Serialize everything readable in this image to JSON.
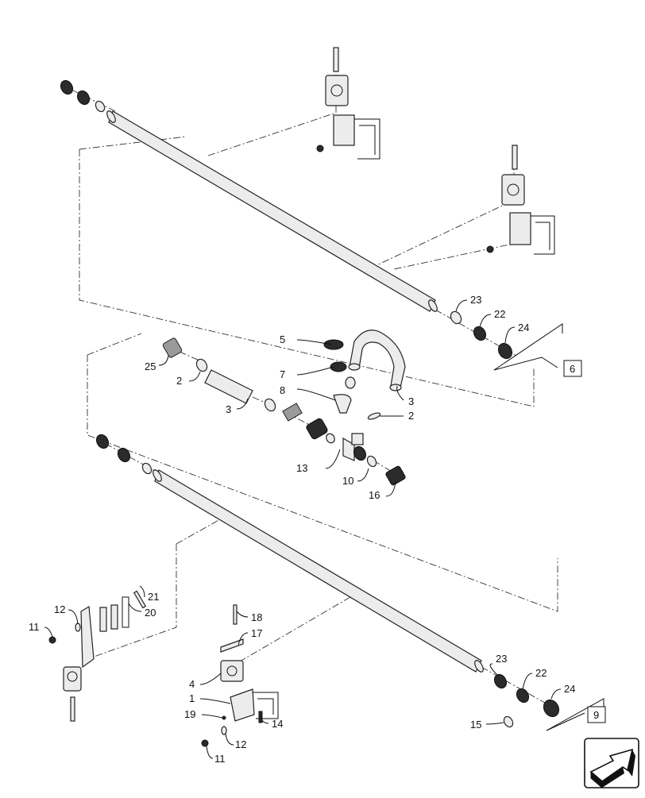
{
  "callouts": {
    "c25": "25",
    "c2a": "2",
    "c3a": "3",
    "c5": "5",
    "c7": "7",
    "c8": "8",
    "c3b": "3",
    "c2b": "2",
    "c13": "13",
    "c10": "10",
    "c16": "16",
    "c23a": "23",
    "c22a": "22",
    "c24a": "24",
    "c6": "6",
    "c21": "21",
    "c12a": "12",
    "c11a": "11",
    "c20": "20",
    "c18": "18",
    "c17": "17",
    "c4": "4",
    "c1": "1",
    "c19": "19",
    "c14": "14",
    "c12b": "12",
    "c11b": "11",
    "c23b": "23",
    "c22b": "22",
    "c24b": "24",
    "c15": "15",
    "c9": "9"
  },
  "nav_icon": "next-page-arrow-icon"
}
